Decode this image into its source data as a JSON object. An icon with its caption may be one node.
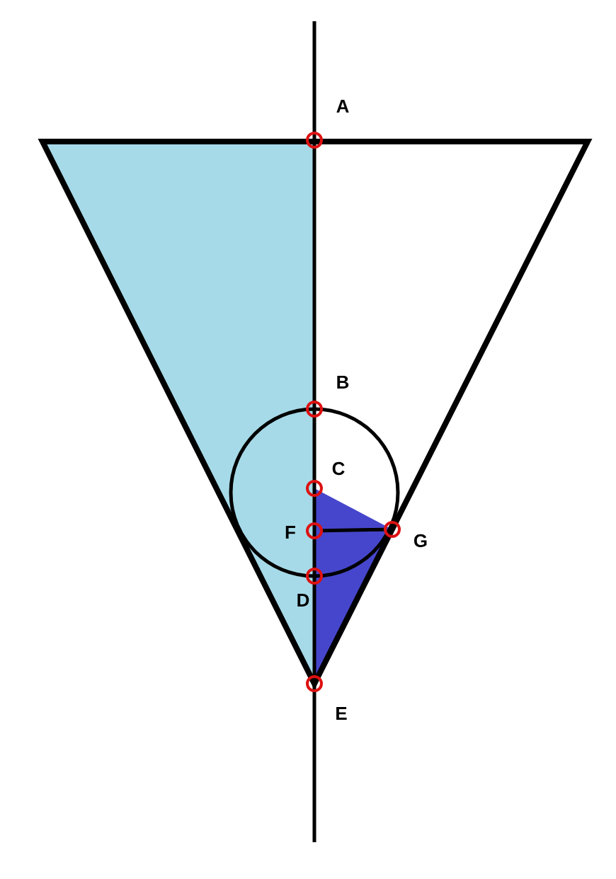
{
  "diagram": {
    "nodes": [
      {
        "text": [],
        "shape": "circle",
        "beside": [
          "A"
        ]
      },
      {
        "text": [],
        "shape": "circle",
        "beside": [
          "B"
        ]
      },
      {
        "text": [],
        "shape": "circle",
        "beside": [
          "C"
        ]
      },
      {
        "text": [],
        "shape": "circle",
        "beside": [
          "F"
        ]
      },
      {
        "text": [],
        "shape": "circle",
        "beside": [
          "G"
        ]
      },
      {
        "text": [],
        "shape": "circle",
        "beside": [
          "D"
        ]
      },
      {
        "text": [],
        "shape": "circle",
        "beside": [
          "E"
        ]
      }
    ],
    "edges": [
      {
        "from": 3,
        "to": 4,
        "arrow": "none"
      }
    ]
  }
}
